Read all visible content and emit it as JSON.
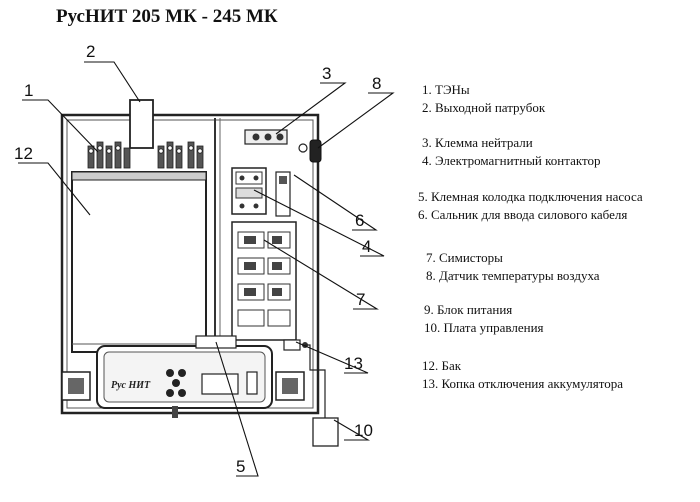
{
  "title": "РусНИТ 205 МК - 245 МК",
  "device_logo": "Рус НИТ",
  "callouts": [
    "1",
    "2",
    "3",
    "4",
    "5",
    "6",
    "7",
    "8",
    "10",
    "12",
    "13"
  ],
  "legend": [
    "1. ТЭНы",
    "2. Выходной патрубок",
    "3. Клемма нейтрали",
    "4. Электромагнитный контактор",
    "5. Клемная колодка подключения насоса",
    "6. Сальник для ввода силового кабеля",
    "7. Симисторы",
    "8. Датчик температуры воздуха",
    "9. Блок питания",
    "10. Плата управления",
    "12. Бак",
    "13. Копка отключения аккумулятора"
  ]
}
